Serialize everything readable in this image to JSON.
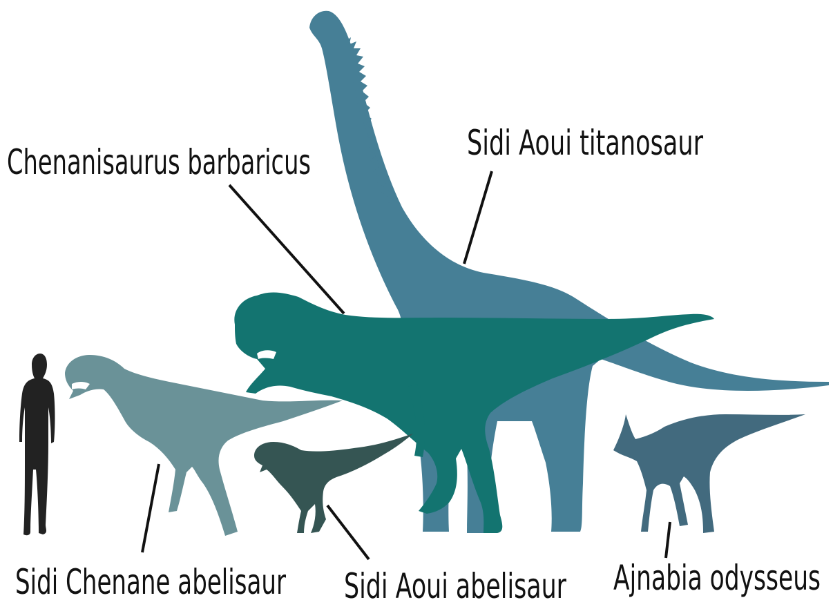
{
  "labels": {
    "chenanisaurus": "Chenanisaurus barbaricus",
    "titanosaur": "Sidi Aoui titanosaur",
    "chenane_abelisaur": "Sidi Chenane abelisaur",
    "aoui_abelisaur": "Sidi Aoui abelisaur",
    "ajnabia": "Ajnabia odysseus"
  },
  "colors": {
    "titanosaur": "#467f96",
    "chenanisaurus": "#137470",
    "chenane_abelisaur": "#6a9298",
    "aoui_abelisaur": "#355553",
    "ajnabia": "#426a7e",
    "human": "#222222",
    "text": "#111111"
  },
  "icons": {
    "human": "human-silhouette-icon",
    "titanosaur": "sauropod-silhouette-icon",
    "chenanisaurus": "theropod-silhouette-icon",
    "chenane_abelisaur": "theropod-silhouette-icon",
    "aoui_abelisaur": "theropod-silhouette-icon",
    "ajnabia": "hadrosaur-silhouette-icon"
  }
}
